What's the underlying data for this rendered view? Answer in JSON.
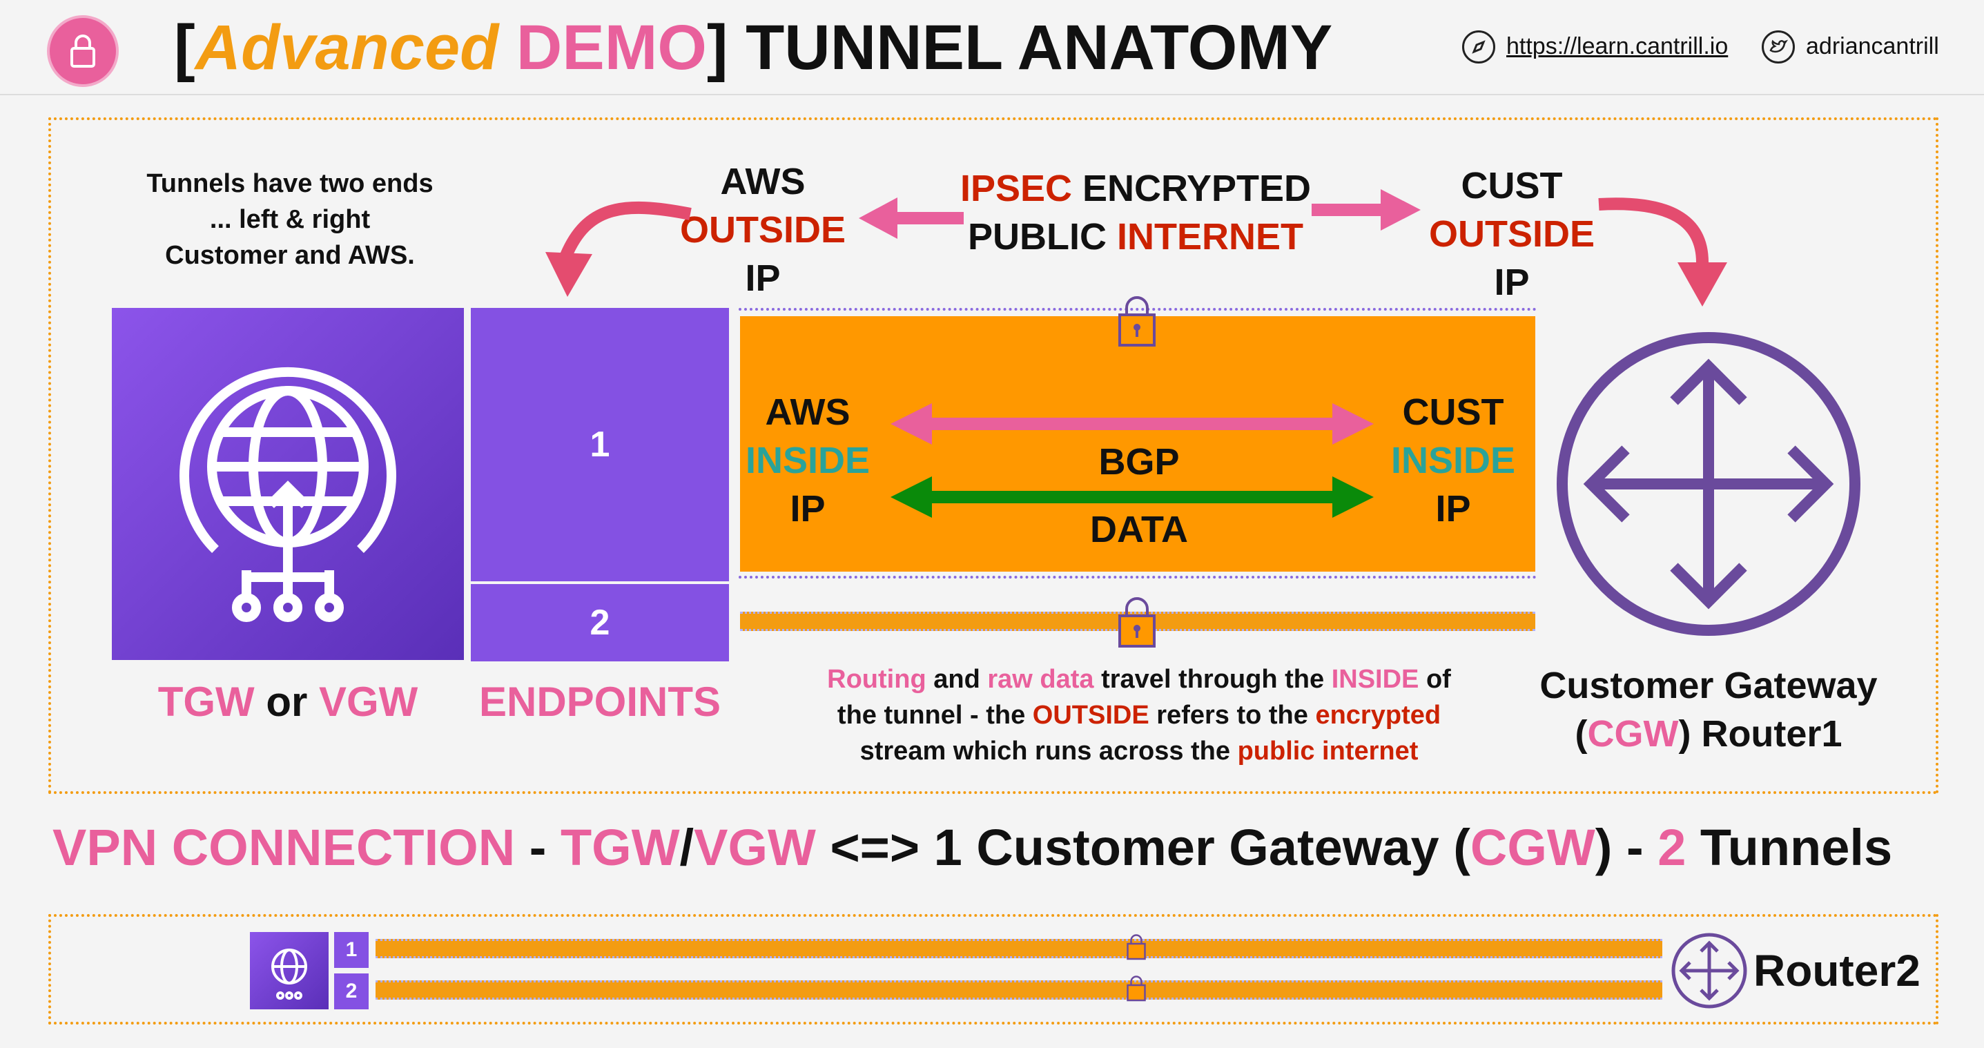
{
  "header": {
    "title_open": "[",
    "title_advanced": "Advanced",
    "title_demo": "DEMO",
    "title_close": "]",
    "title_main": "TUNNEL ANATOMY",
    "url": "https://learn.cantrill.io",
    "twitter": "adriancantrill"
  },
  "note": [
    "Tunnels have two ends",
    "... left & right",
    "Customer and AWS."
  ],
  "aws_outside": {
    "top": "AWS",
    "mid": "OUTSIDE",
    "bottom": "IP"
  },
  "ipsec": {
    "line1_a": "IPSEC",
    "line1_b": "ENCRYPTED",
    "line2_a": "PUBLIC",
    "line2_b": "INTERNET"
  },
  "cust_outside": {
    "top": "CUST",
    "mid": "OUTSIDE",
    "bottom": "IP"
  },
  "endpoints": {
    "one": "1",
    "two": "2",
    "label": "ENDPOINTS"
  },
  "gw_label": {
    "a": "TGW",
    "or": "or",
    "b": "VGW"
  },
  "aws_inside": {
    "top": "AWS",
    "mid": "INSIDE",
    "bottom": "IP"
  },
  "cust_inside": {
    "top": "CUST",
    "mid": "INSIDE",
    "bottom": "IP"
  },
  "bgp": "BGP",
  "data": "DATA",
  "explain": {
    "l1_a": "Routing",
    "l1_b": "and",
    "l1_c": "raw data",
    "l1_d": "travel through the",
    "l1_e": "INSIDE",
    "l1_f": "of",
    "l2_a": "the tunnel - the",
    "l2_b": "OUTSIDE",
    "l2_c": "refers to the",
    "l2_d": "encrypted",
    "l3_a": "stream which runs across the",
    "l3_b": "public internet"
  },
  "cgw": {
    "line1": "Customer Gateway",
    "open": "(",
    "abbr": "CGW",
    "close_router": ") Router1"
  },
  "summary": {
    "a": "VPN CONNECTION",
    "b": "-",
    "c": "TGW",
    "d": "/",
    "e": "VGW",
    "f": "<=> 1 Customer Gateway (",
    "g": "CGW",
    "h": ") -",
    "i": "2",
    "j": "Tunnels"
  },
  "bottom": {
    "one": "1",
    "two": "2",
    "router": "Router2"
  },
  "colors": {
    "purple": "#8c4fe0",
    "orange": "#ff9800",
    "pink": "#e9609c",
    "red": "#cc2200",
    "teal": "#2aa39a",
    "green": "#0a8a0a",
    "router": "#6a4a9c"
  }
}
